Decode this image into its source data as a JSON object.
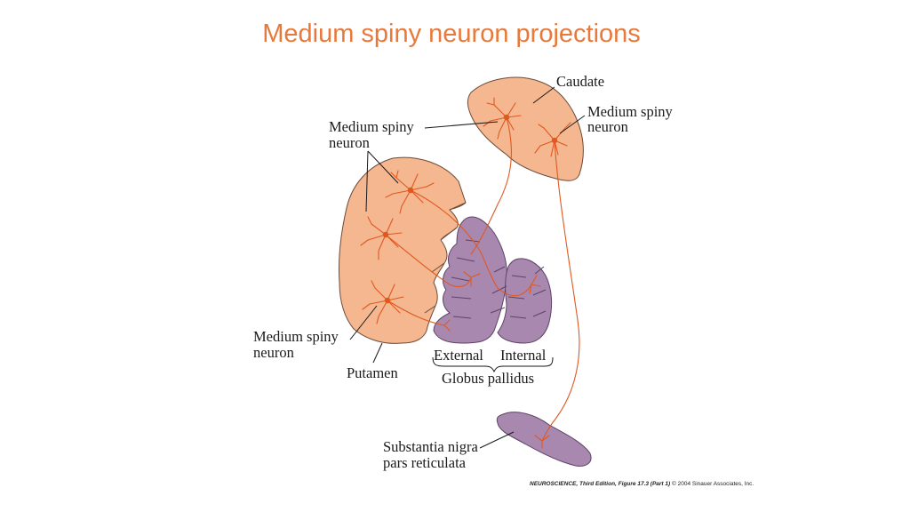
{
  "title": "Medium spiny neuron projections",
  "labels": {
    "caudate": "Caudate",
    "msn_right_line1": "Medium spiny",
    "msn_right_line2": "neuron",
    "msn_top_line1": "Medium spiny",
    "msn_top_line2": "neuron",
    "msn_bottom_line1": "Medium spiny",
    "msn_bottom_line2": "neuron",
    "putamen": "Putamen",
    "external": "External",
    "internal": "Internal",
    "globus_pallidus": "Globus pallidus",
    "snr_line1": "Substantia nigra",
    "snr_line2": "pars reticulata"
  },
  "credit": {
    "book": "NEUROSCIENCE, Third Edition, Figure 17.3 (Part 1)",
    "copyright": "© 2004 Sinauer Associates, Inc."
  },
  "colors": {
    "title": "#e8793a",
    "striatum_fill": "#f4b790",
    "pallidum_fill": "#a988b0",
    "neuron": "#e0581f"
  }
}
